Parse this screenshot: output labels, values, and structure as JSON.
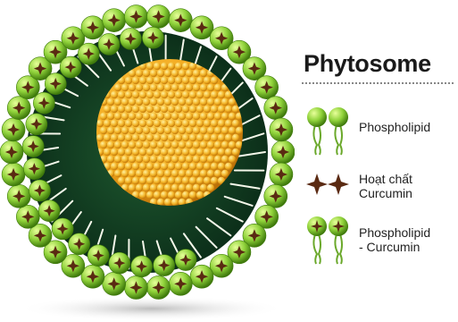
{
  "legend": {
    "title": "Phytosome",
    "items": [
      {
        "id": "phospholipid",
        "label": "Phospholipid",
        "icon": "phospholipid-pair-icon"
      },
      {
        "id": "curcumin",
        "label": "Hoạt chất\nCurcumin",
        "icon": "four-point-star-pair-icon"
      },
      {
        "id": "complex",
        "label": "Phospholipid\n- Curcumin",
        "icon": "phospholipid-curcumin-pair-icon"
      }
    ]
  },
  "colors": {
    "head_green": "#8fd23a",
    "head_dark": "#4f8f12",
    "core_orange": "#f2a81d",
    "core_light": "#ffd45a",
    "curcumin_brown": "#5a2a12",
    "inner_dark": "#0f3a1e",
    "tail_white": "#f4f7ea"
  }
}
